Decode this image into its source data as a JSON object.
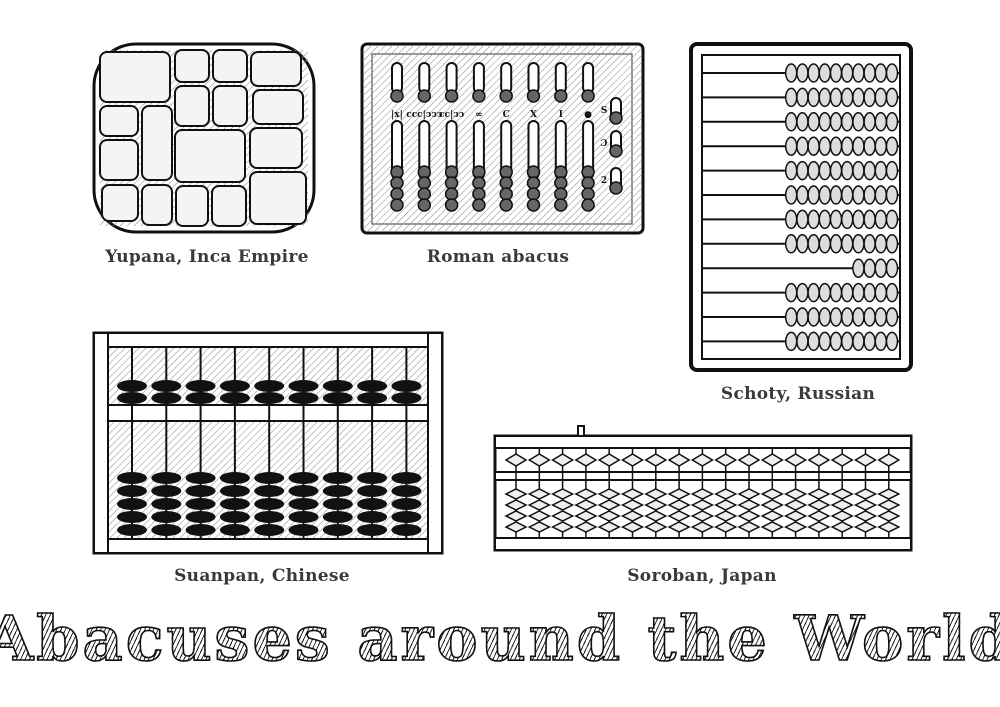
{
  "captions": {
    "yupana": "Yupana, Inca Empire",
    "roman": "Roman abacus",
    "schoty": "Schoty, Russian",
    "suanpan": "Suanpan, Chinese",
    "soroban": "Soroban, Japan"
  },
  "title": "Abacuses around the World",
  "roman_labels": [
    "|x|",
    "ccc|ↄↄↄ",
    "cc|ↄↄ",
    "∞",
    "C",
    "X",
    "I",
    "●"
  ],
  "roman_side_labels": [
    "S",
    "Ɔ",
    "2"
  ]
}
